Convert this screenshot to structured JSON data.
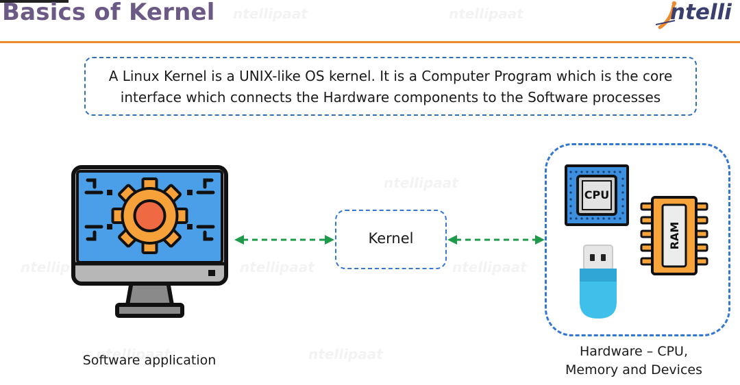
{
  "header": {
    "title": "Basics of Kernel",
    "brand_text": "ntelli"
  },
  "definition": {
    "line1": "A Linux Kernel is a UNIX-like OS kernel. It is a Computer Program which is the core",
    "line2": "interface which connects the Hardware components to the Software processes"
  },
  "diagram": {
    "kernel_label": "Kernel",
    "software_label": "Software application",
    "hardware_label_line1": "Hardware – CPU,",
    "hardware_label_line2": "Memory and Devices",
    "cpu_chip_text": "CPU",
    "ram_chip_text": "RAM"
  },
  "colors": {
    "title": "#6b5a86",
    "rule": "#ee8a2e",
    "definition_border": "#2f6fb3",
    "box_border": "#3477d0",
    "arrow": "#1e9a4a",
    "monitor_screen": "#4a9fe8",
    "gear": "#f6a13a",
    "gear_center": "#ef6a43",
    "usb_body": "#3fc0ea",
    "ram_body": "#f7a43a",
    "cpu_body": "#3d8fe0"
  },
  "icons": [
    "monitor-gear-icon",
    "cpu-chip-icon",
    "ram-module-icon",
    "usb-drive-icon",
    "brand-logo-icon"
  ]
}
